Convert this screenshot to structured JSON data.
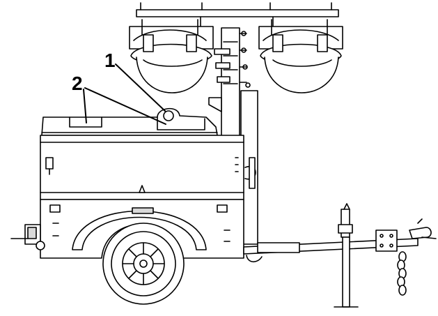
{
  "callouts": [
    {
      "id": "1",
      "label": "1"
    },
    {
      "id": "2",
      "label": "2"
    }
  ],
  "colors": {
    "stroke": "#000000",
    "fill": "#ffffff",
    "shade": "#d9d9d9"
  }
}
